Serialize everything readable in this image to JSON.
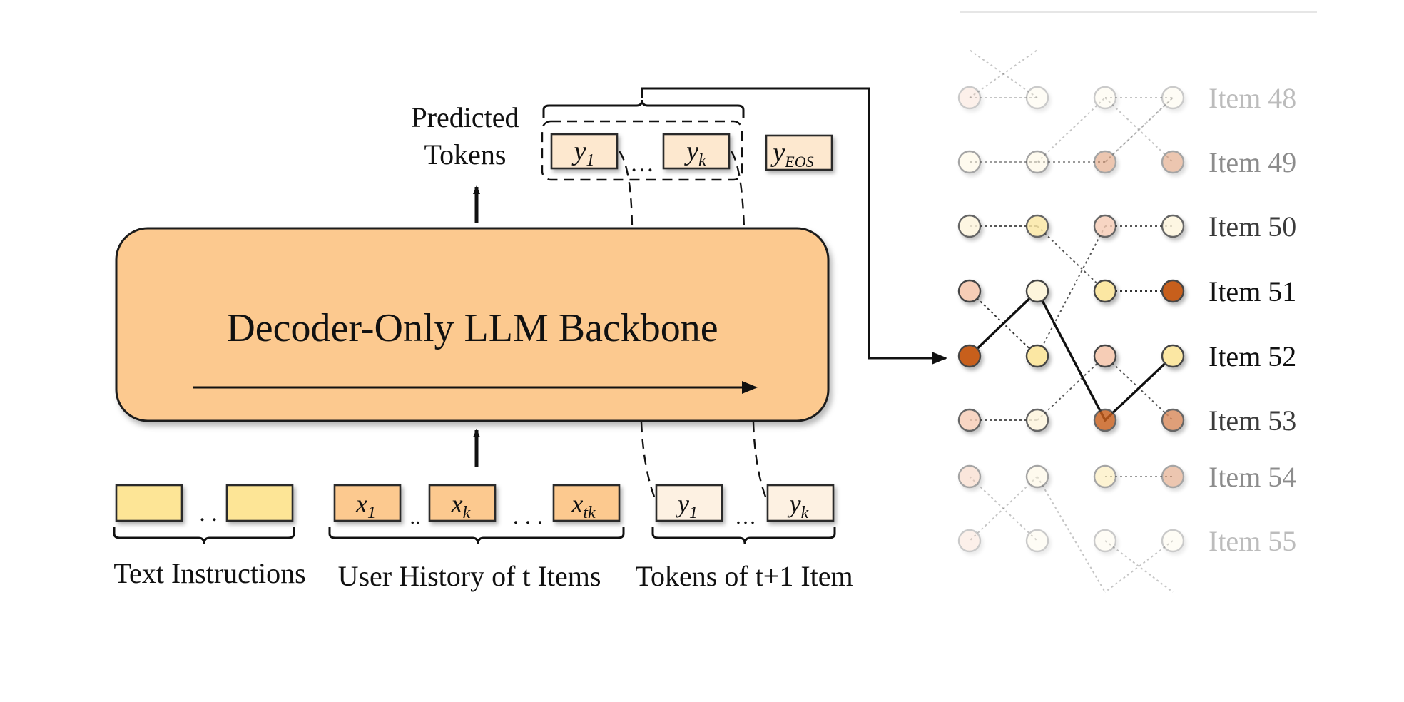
{
  "backbone": {
    "title": "Decoder-Only LLM Backbone",
    "fill": "#fcc98f"
  },
  "predicted": {
    "label_line1": "Predicted",
    "label_line2": "Tokens",
    "tokens": [
      {
        "base": "y",
        "sub": "1",
        "fill": "#fde8cf"
      },
      {
        "base": "y",
        "sub": "k",
        "fill": "#fde8cf"
      },
      {
        "base": "y",
        "sub": "EOS",
        "fill": "#fde8cf"
      }
    ]
  },
  "inputs": {
    "text_instructions_label": "Text Instructions",
    "user_history_label": "User History of t Items",
    "next_item_label": "Tokens of t+1 Item",
    "history_tokens": [
      {
        "base": "x",
        "sub": "1"
      },
      {
        "base": "x",
        "sub": "k"
      },
      {
        "base": "x",
        "sub": "tk"
      }
    ],
    "next_tokens": [
      {
        "base": "y",
        "sub": "1"
      },
      {
        "base": "y",
        "sub": "k"
      }
    ]
  },
  "colors": {
    "instruction_fill": "#fde596",
    "history_fill": "#fcc98f",
    "next_fill": "#fdf1e2",
    "node_dark": "#c75e1f",
    "node_mid": "#d98a5c",
    "node_peach": "#f6cdb6",
    "node_yellow": "#fbe7a3",
    "node_cream": "#fdf5dc"
  },
  "items": [
    {
      "label": "Item 48",
      "opacity": 0.28
    },
    {
      "label": "Item 49",
      "opacity": 0.48
    },
    {
      "label": "Item 50",
      "opacity": 0.82
    },
    {
      "label": "Item 51",
      "opacity": 1.0
    },
    {
      "label": "Item 52",
      "opacity": 1.0
    },
    {
      "label": "Item 53",
      "opacity": 0.82
    },
    {
      "label": "Item 54",
      "opacity": 0.48
    },
    {
      "label": "Item 55",
      "opacity": 0.28
    }
  ]
}
